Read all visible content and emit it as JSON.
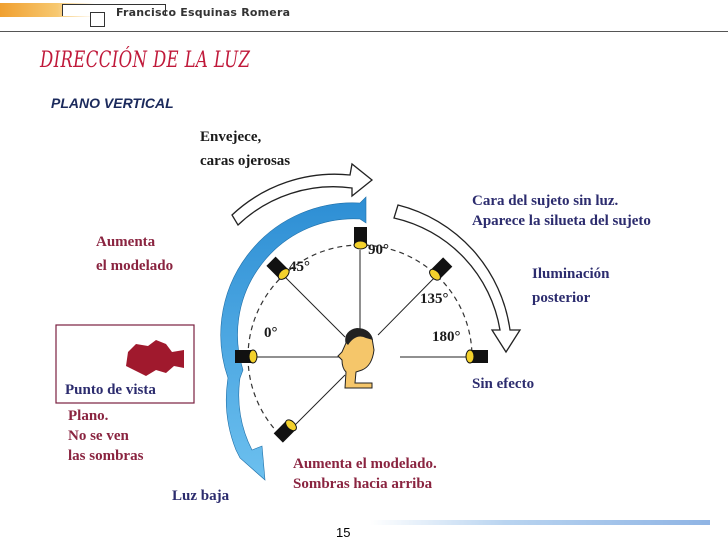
{
  "header": {
    "author": "Francisco Esquinas Romera"
  },
  "title": "DIRECCIÓN DE LA LUZ",
  "subtitle": "PLANO VERTICAL",
  "diagram": {
    "angles": [
      "0°",
      "45°",
      "90°",
      "135°",
      "180°"
    ],
    "labels": {
      "envejece_1": "Envejece,",
      "envejece_2": "caras ojerosas",
      "aumenta_1": "Aumenta",
      "aumenta_2": "el modelado",
      "cara_1": "Cara del sujeto sin luz.",
      "cara_2": "Aparece la silueta del sujeto",
      "ilum_1": "Iluminación",
      "ilum_2": "posterior",
      "punto_de_vista": "Punto de vista",
      "plano_1": "Plano.",
      "plano_2": "No se ven",
      "plano_3": "las sombras",
      "sin_efecto": "Sin efecto",
      "aumenta_mod_1": "Aumenta el modelado.",
      "aumenta_mod_2": "Sombras hacia arriba",
      "luz_baja": "Luz baja"
    },
    "colors": {
      "arrow_blue": "#3a9ad9",
      "maroon_text": "#8a2440",
      "navy_text": "#2c2c6e",
      "camera_red": "#a0192d"
    }
  },
  "footer": {
    "page_number": "15"
  }
}
